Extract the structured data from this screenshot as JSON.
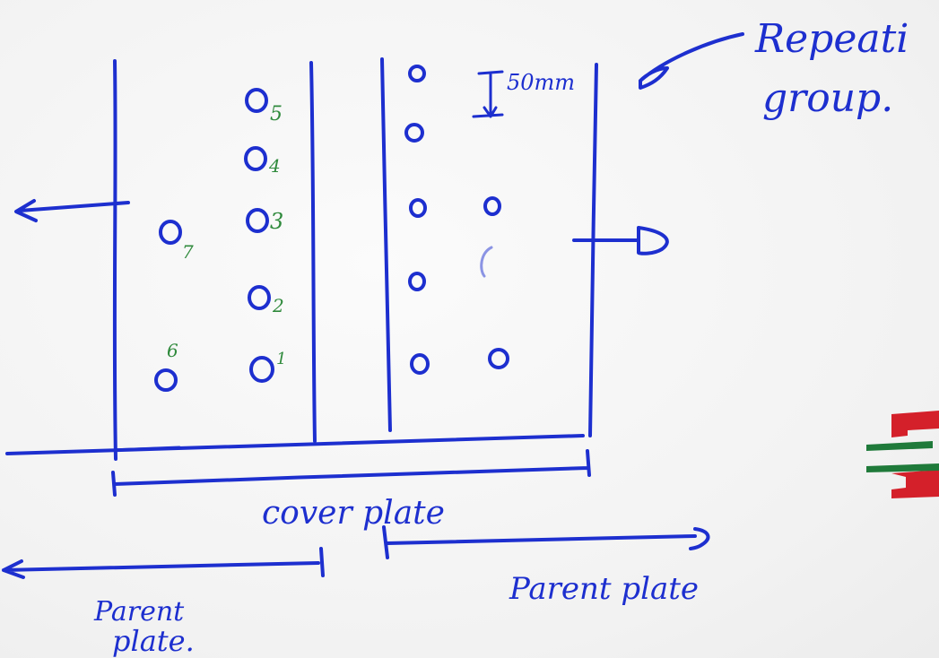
{
  "labels": {
    "dimension": "50mm",
    "repeating_line1": "Repeati",
    "repeating_line2": "group.",
    "cover_plate": "cover plate",
    "parent_plate_left_line1": "Parent",
    "parent_plate_left_line2": "plate.",
    "parent_plate_right": "Parent plate"
  },
  "bolt_numbers": [
    "1",
    "2",
    "3",
    "4",
    "5",
    "6",
    "7"
  ],
  "colors": {
    "ink_blue": "#1d2fcf",
    "ink_green": "#2f8a3c",
    "marker_red": "#d4202a",
    "marker_green": "#1f7a3a"
  }
}
